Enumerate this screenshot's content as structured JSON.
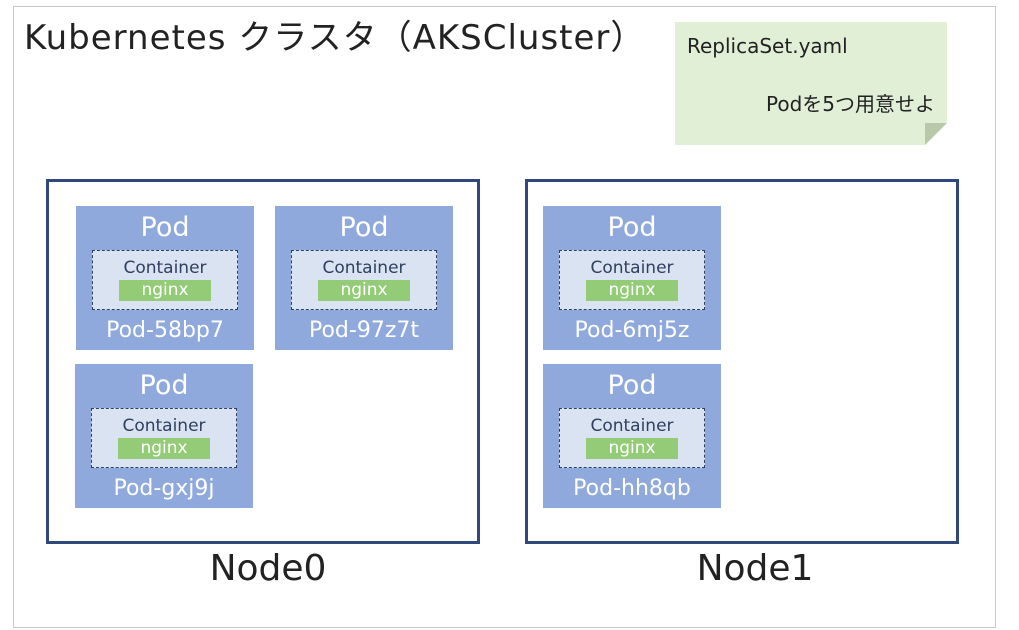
{
  "cluster": {
    "title": "Kubernetes クラスタ（AKSCluster）"
  },
  "note": {
    "filename": "ReplicaSet.yaml",
    "text": "Podを5つ用意せよ"
  },
  "nodes": [
    {
      "label": "Node0",
      "pods": [
        {
          "title": "Pod",
          "container_label": "Container",
          "image": "nginx",
          "name": "Pod-58bp7"
        },
        {
          "title": "Pod",
          "container_label": "Container",
          "image": "nginx",
          "name": "Pod-97z7t"
        },
        {
          "title": "Pod",
          "container_label": "Container",
          "image": "nginx",
          "name": "Pod-gxj9j"
        }
      ]
    },
    {
      "label": "Node1",
      "pods": [
        {
          "title": "Pod",
          "container_label": "Container",
          "image": "nginx",
          "name": "Pod-6mj5z"
        },
        {
          "title": "Pod",
          "container_label": "Container",
          "image": "nginx",
          "name": "Pod-hh8qb"
        }
      ]
    }
  ],
  "colors": {
    "node_border": "#2f4a78",
    "pod_fill": "#8fa9dc",
    "container_fill": "#d9e3f2",
    "image_bar": "#93cb76",
    "note_fill": "#e1efd7"
  }
}
